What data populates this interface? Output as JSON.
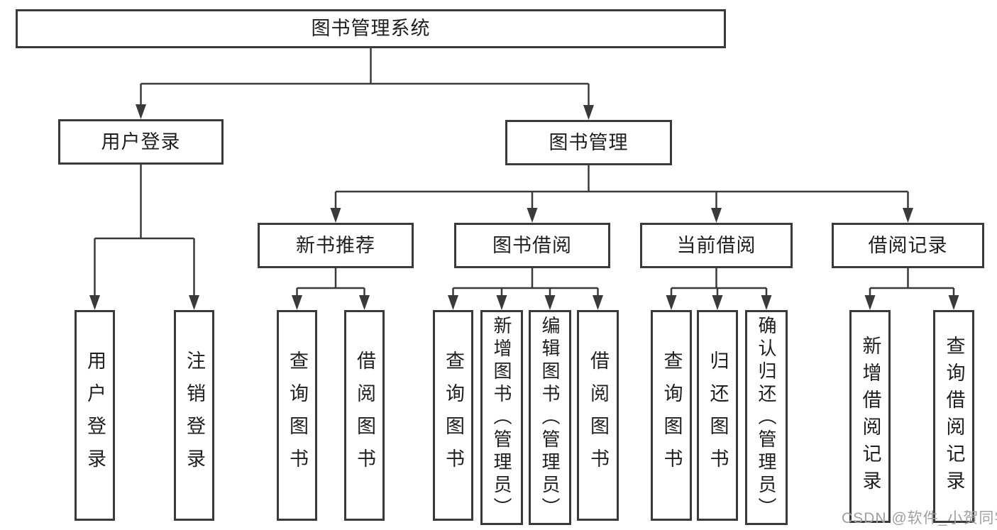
{
  "tree": {
    "root": "图书管理系统",
    "level2": [
      {
        "label": "用户登录",
        "leaves": [
          "用户登录",
          "注销登录"
        ]
      },
      {
        "label": "图书管理",
        "groups": [
          {
            "label": "新书推荐",
            "leaves": [
              "查询图书",
              "借阅图书"
            ]
          },
          {
            "label": "图书借阅",
            "leaves": [
              "查询图书",
              "新增图书（管理员）",
              "编辑图书（管理员）",
              "借阅图书"
            ]
          },
          {
            "label": "当前借阅",
            "leaves": [
              "查询图书",
              "归还图书",
              "确认归还（管理员）"
            ]
          },
          {
            "label": "借阅记录",
            "leaves": [
              "新增借阅记录",
              "查询借阅记录"
            ]
          }
        ]
      }
    ]
  },
  "watermark": {
    "text": "CSDN @软件_小贺同学"
  },
  "colors": {
    "line": "#3a3a3a",
    "text": "#1f1f1f",
    "box_fill": "#ffffff",
    "background": "#ffffff",
    "watermark": "#a0a0a0"
  }
}
